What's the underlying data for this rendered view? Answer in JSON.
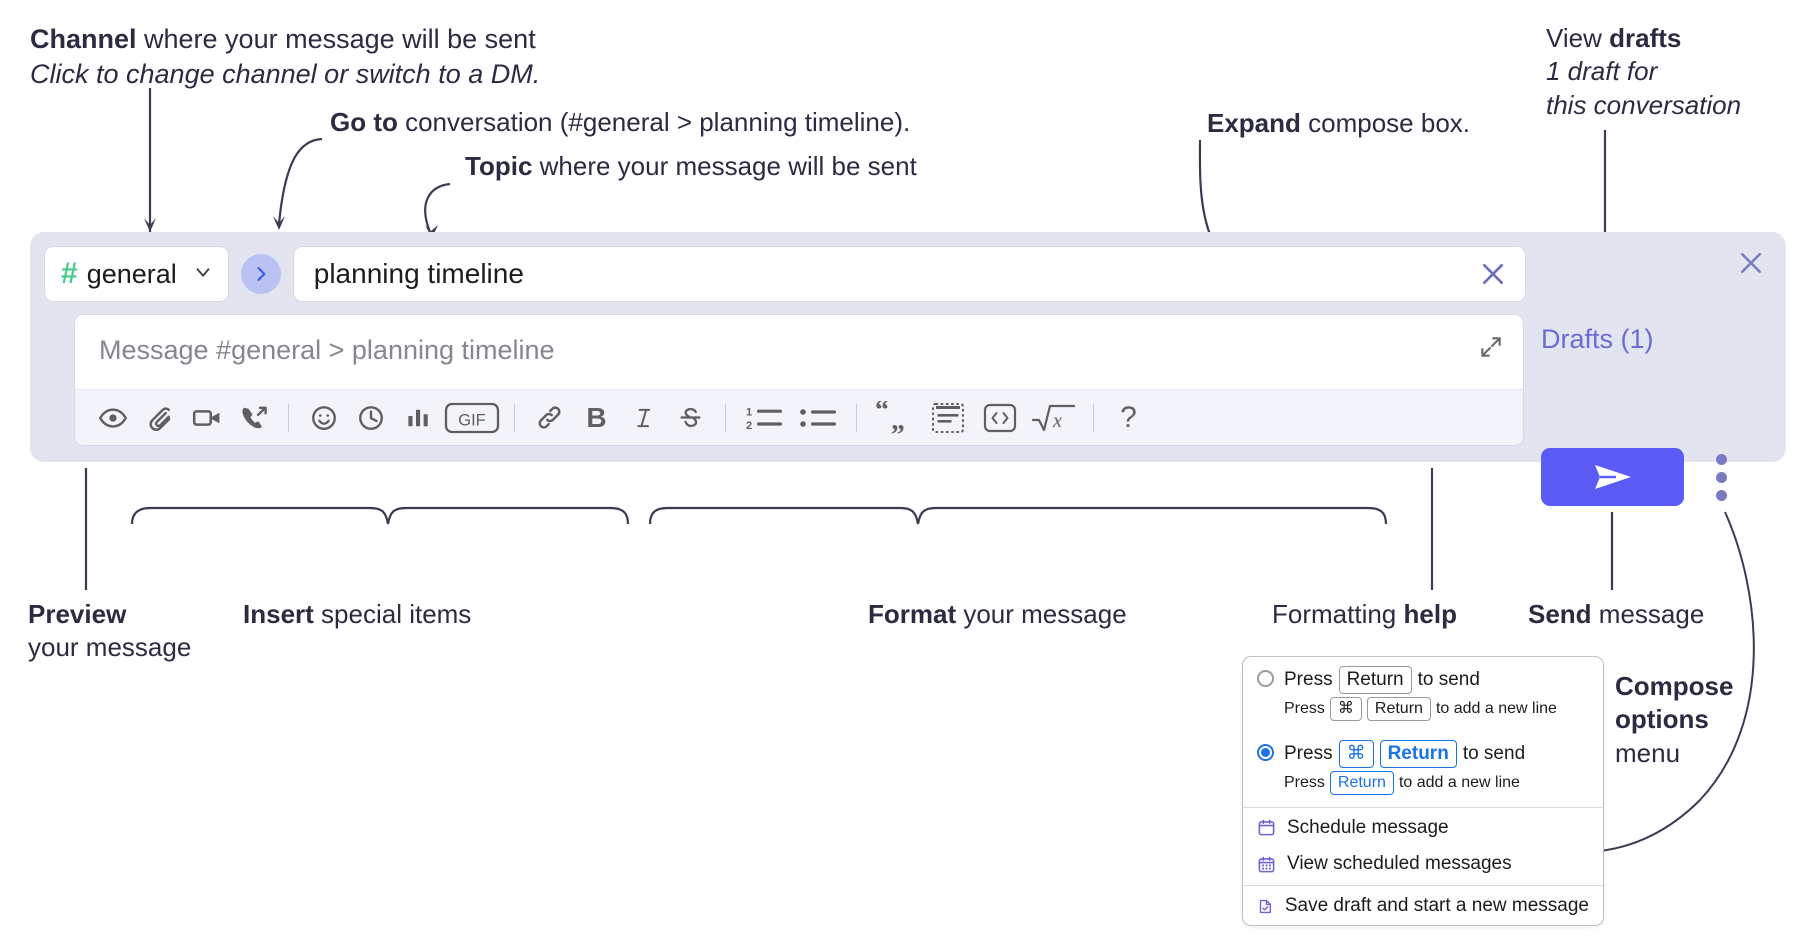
{
  "annotations": {
    "channel": {
      "bold": "Channel",
      "rest": " where your message will be sent",
      "italic": "Click to change channel or switch to a DM."
    },
    "goto": {
      "bold": "Go to",
      "rest": " conversation (#general > planning timeline)."
    },
    "topic": {
      "bold": "Topic",
      "rest": " where your message will be sent"
    },
    "expand": {
      "bold": "Expand",
      "rest": " compose box."
    },
    "drafts": {
      "lead": "View ",
      "bold": "drafts",
      "italic1": "1 draft for",
      "italic2": "this conversation"
    },
    "preview": {
      "bold": "Preview",
      "rest": "your message"
    },
    "insert": {
      "bold": "Insert",
      "rest": " special items"
    },
    "format": {
      "bold": "Format",
      "rest": " your message"
    },
    "help": {
      "lead": "Formatting ",
      "bold": "help"
    },
    "send": {
      "bold": "Send",
      "rest": " message"
    },
    "compose": {
      "bold1": "Compose",
      "bold2": "options",
      "rest": "menu"
    }
  },
  "compose": {
    "channel": {
      "hash": "#",
      "name": "general",
      "chevron_icon": "chevron-down-icon"
    },
    "goto_button_icon": "chevron-right-icon",
    "topic": {
      "value": "planning timeline",
      "clear_icon": "close-icon"
    },
    "message": {
      "placeholder": "Message #general > planning timeline",
      "expand_icon": "expand-icon"
    },
    "panel_close_icon": "close-icon",
    "drafts_label": "Drafts (1)",
    "send_icon": "send-paper-plane-icon",
    "compose_options_icon": "kebab-menu-icon",
    "toolbar": [
      {
        "name": "preview-button",
        "icon": "eye-icon",
        "type": "icon"
      },
      {
        "name": "attach-file-button",
        "icon": "paperclip-icon",
        "type": "icon"
      },
      {
        "name": "record-video-button",
        "icon": "video-camera-icon",
        "type": "icon"
      },
      {
        "name": "record-audio-button",
        "icon": "phone-forward-icon",
        "type": "icon"
      },
      {
        "name": "separator-1",
        "icon": "divider",
        "type": "sep"
      },
      {
        "name": "emoji-button",
        "icon": "smiley-icon",
        "type": "icon"
      },
      {
        "name": "reminder-button",
        "icon": "clock-icon",
        "type": "icon"
      },
      {
        "name": "poll-button",
        "icon": "bar-chart-icon",
        "type": "icon"
      },
      {
        "name": "gif-button",
        "icon": "gif-icon",
        "type": "icon",
        "label": "GIF"
      },
      {
        "name": "separator-2",
        "icon": "divider",
        "type": "sep"
      },
      {
        "name": "link-button",
        "icon": "link-icon",
        "type": "icon"
      },
      {
        "name": "bold-button",
        "icon": "bold-icon",
        "type": "icon",
        "label": "B"
      },
      {
        "name": "italic-button",
        "icon": "italic-icon",
        "type": "icon",
        "label": "I"
      },
      {
        "name": "strikethrough-button",
        "icon": "strikethrough-icon",
        "type": "icon",
        "label": "S"
      },
      {
        "name": "separator-3",
        "icon": "divider",
        "type": "sep"
      },
      {
        "name": "ordered-list-button",
        "icon": "numbered-list-icon",
        "type": "icon"
      },
      {
        "name": "bulleted-list-button",
        "icon": "bulleted-list-icon",
        "type": "icon"
      },
      {
        "name": "separator-4",
        "icon": "divider",
        "type": "sep"
      },
      {
        "name": "blockquote-button",
        "icon": "quote-icon",
        "type": "icon"
      },
      {
        "name": "code-block-button",
        "icon": "code-block-icon",
        "type": "icon"
      },
      {
        "name": "code-button",
        "icon": "code-inline-icon",
        "type": "icon"
      },
      {
        "name": "math-button",
        "icon": "square-root-x-icon",
        "type": "icon"
      },
      {
        "name": "separator-5",
        "icon": "divider",
        "type": "sep"
      },
      {
        "name": "formatting-help-button",
        "icon": "question-mark-icon",
        "type": "icon",
        "label": "?"
      }
    ]
  },
  "options_menu": {
    "send_options": [
      {
        "selected": false,
        "main": {
          "pre": "Press",
          "keys": [
            "Return"
          ],
          "post": "to send"
        },
        "sub": {
          "pre": "Press",
          "keys": [
            "⌘",
            "Return"
          ],
          "post": "to add a new line"
        }
      },
      {
        "selected": true,
        "main": {
          "pre": "Press",
          "keys": [
            "⌘",
            "Return"
          ],
          "post": "to send"
        },
        "sub": {
          "pre": "Press",
          "keys": [
            "Return"
          ],
          "post": "to add a new line"
        }
      }
    ],
    "items": [
      {
        "label": "Schedule message",
        "icon": "calendar-icon"
      },
      {
        "label": "View scheduled messages",
        "icon": "calendar-grid-icon"
      },
      {
        "label": "Save draft and start a new message",
        "icon": "document-check-icon"
      }
    ]
  },
  "colors": {
    "panel_bg": "#e2e4f0",
    "accent_send": "#5b5bf5",
    "drafts_text": "#6b6bd6",
    "channel_hash_green": "#49c98b",
    "goto_bubble": "#b9c2f3",
    "menu_accent_blue": "#1a73e8",
    "menu_icon_purple": "#6e64d6",
    "annotation_text": "#2b2b42"
  }
}
